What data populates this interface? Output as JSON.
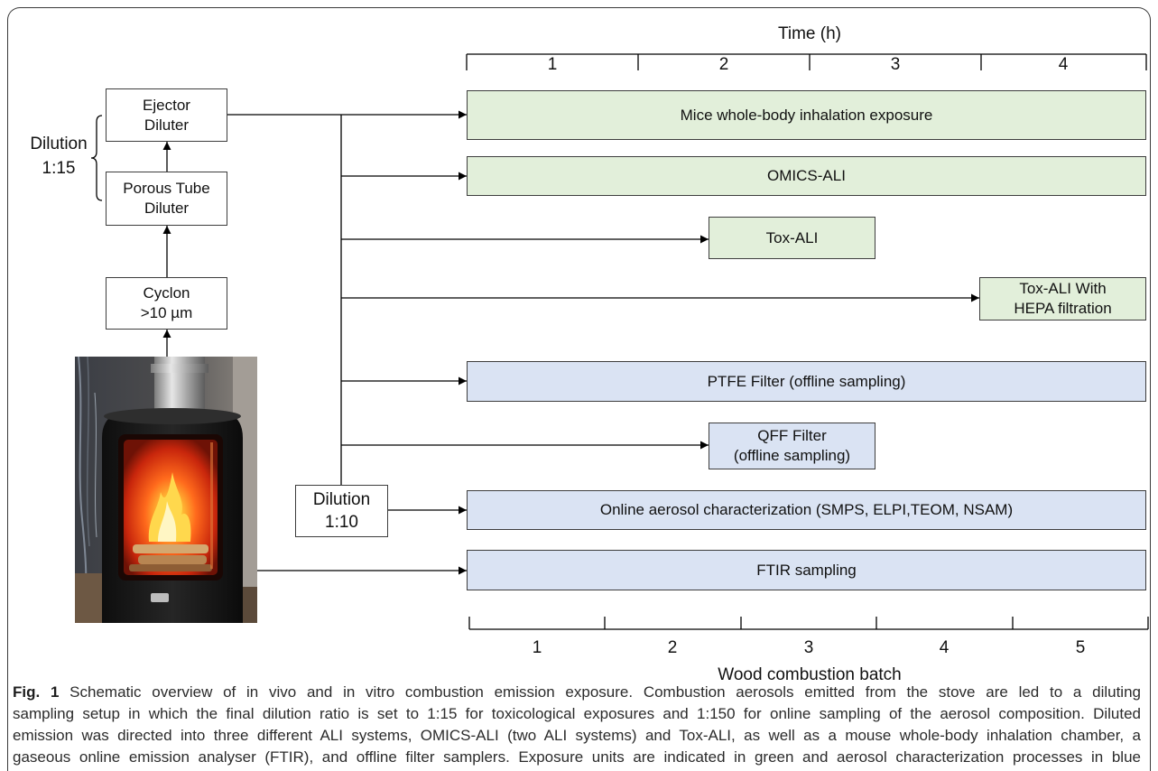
{
  "time_axis": {
    "title": "Time (h)",
    "ticks": [
      "1",
      "2",
      "3",
      "4"
    ]
  },
  "batch_axis": {
    "title": "Wood combustion batch",
    "ticks": [
      "1",
      "2",
      "3",
      "4",
      "5"
    ]
  },
  "sampling_setup": {
    "dilution_stage_1": "Dilution\n1:15",
    "ejector_diluter": "Ejector\nDiluter",
    "porous_tube_diluter": "Porous Tube\nDiluter",
    "cyclon": "Cyclon\n>10 µm",
    "dilution_stage_2": "Dilution\n1:10"
  },
  "exposure_units": [
    "Mice whole-body inhalation exposure",
    "OMICS-ALI",
    "Tox-ALI",
    "Tox-ALI With\nHEPA filtration"
  ],
  "characterization_processes": [
    "PTFE Filter (offline sampling)",
    "QFF Filter\n(offline sampling)",
    "Online aerosol characterization (SMPS, ELPI,TEOM, NSAM)",
    "FTIR sampling"
  ],
  "caption": {
    "label": "Fig. 1",
    "lines": [
      "Schematic overview of in vivo and in vitro combustion emission exposure. Combustion aerosols emitted from the stove are led to a diluting",
      "sampling setup in which the final dilution ratio is set to 1:15 for toxicological exposures and 1:150 for online sampling of the aerosol composition. Diluted",
      "emission was directed into three different ALI systems, OMICS-ALI (two ALI systems) and Tox-ALI, as well as a mouse whole-body inhalation chamber, a",
      "gaseous online emission analyser (FTIR), and offline filter samplers. Exposure units are indicated in green and aerosol characterization processes in blue"
    ]
  },
  "colors": {
    "exposure_fill": "#e2efda",
    "characterization_fill": "#dae3f3",
    "outline": "#3d3d3d"
  }
}
